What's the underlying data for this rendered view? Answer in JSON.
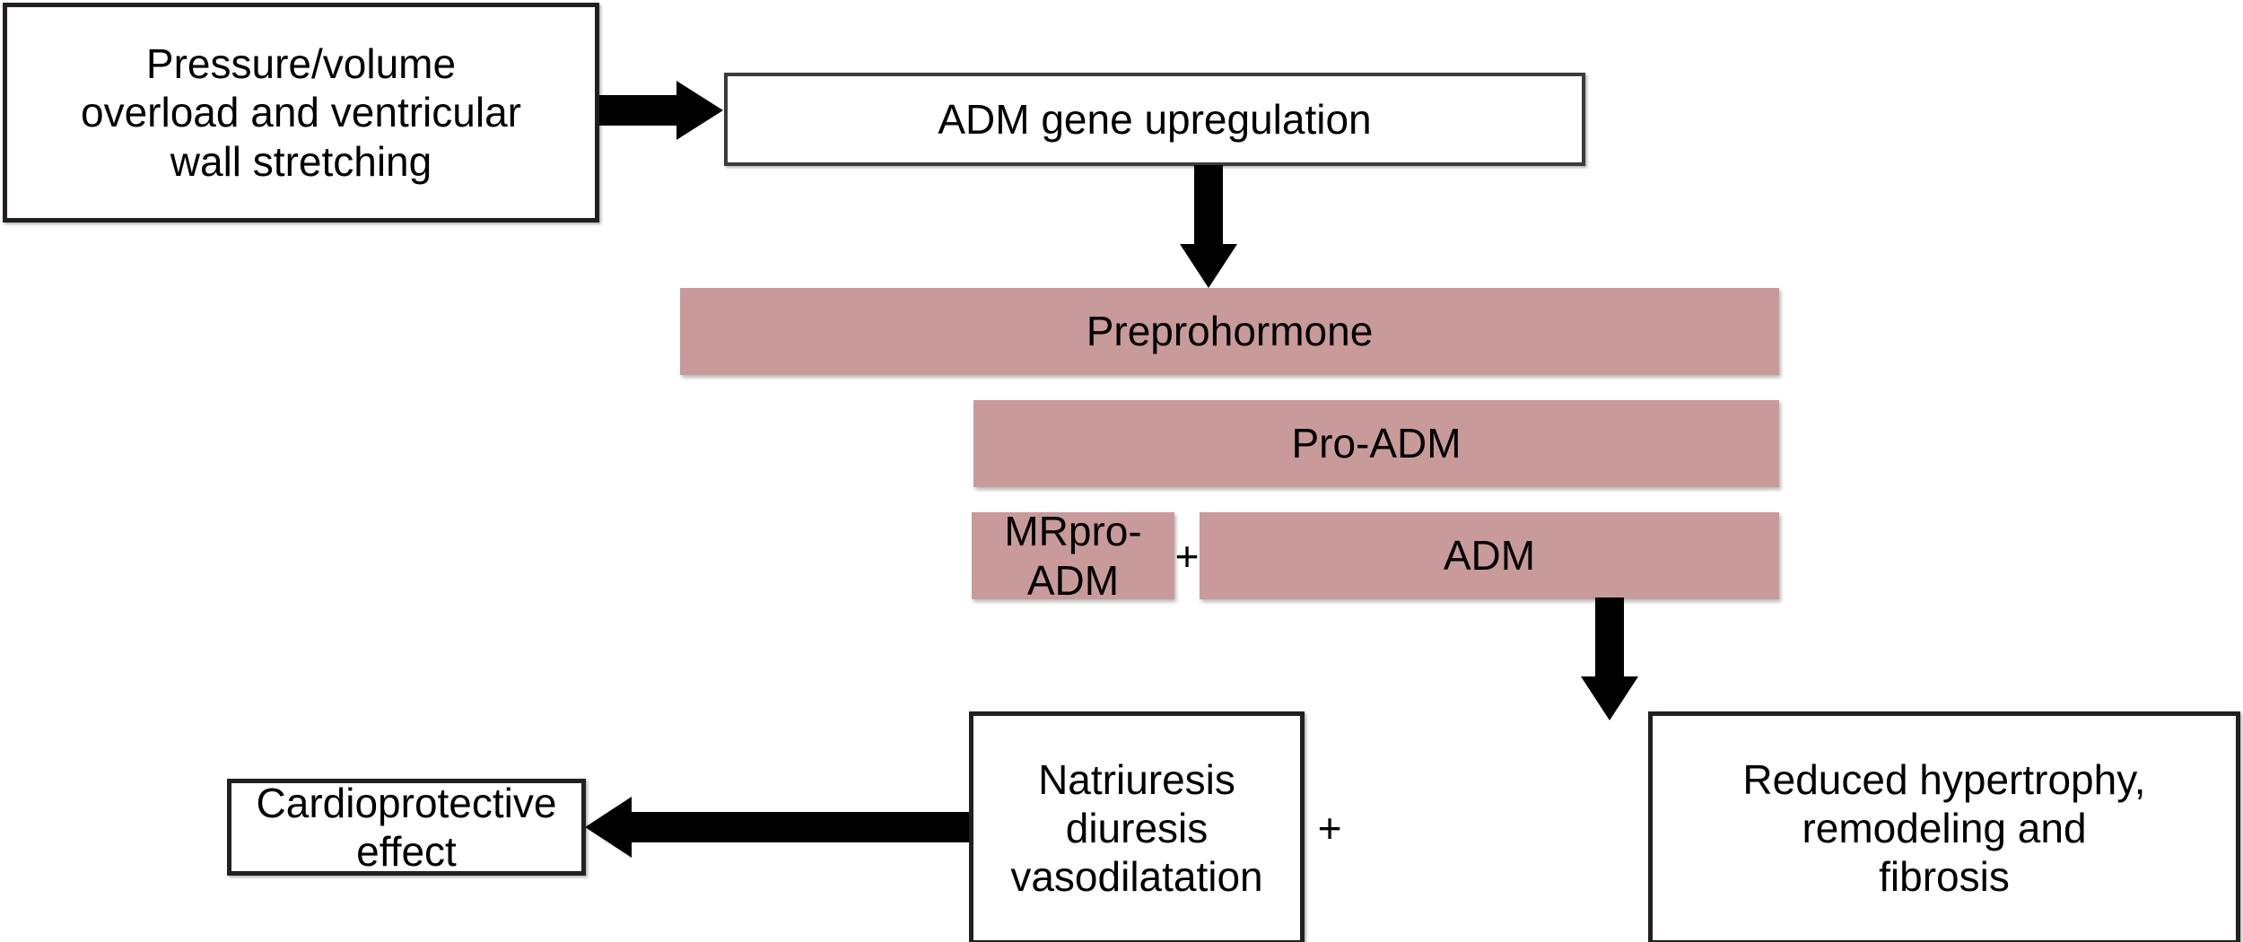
{
  "figure": {
    "type": "flowchart",
    "title": "Adrenomedullin (ADM) pathway in cardiac pressure/volume overload",
    "colors": {
      "bar_fill": "#c99a9a",
      "box_border": "#231f20",
      "box_fill": "#ffffff",
      "arrow": "#000000",
      "text": "#000000",
      "background": "#ffffff"
    }
  },
  "nodes": {
    "stimulus": {
      "label": "Pressure/volume\noverload and ventricular\nwall stretching",
      "shape": "rect-outline"
    },
    "gene": {
      "label": "ADM gene upregulation",
      "shape": "rect-outline"
    },
    "preprohormone": {
      "label": "Preprohormone",
      "shape": "bar"
    },
    "pro_adm": {
      "label": "Pro-ADM",
      "shape": "bar"
    },
    "mrpro_adm": {
      "label": "MRpro-ADM",
      "shape": "bar"
    },
    "adm": {
      "label": "ADM",
      "shape": "bar"
    },
    "natriuresis": {
      "label": "Natriuresis\ndiuresis\nvasodilatation",
      "shape": "rect-outline"
    },
    "reduced": {
      "label": "Reduced hypertrophy,\nremodeling and\nfibrosis",
      "shape": "rect-outline"
    },
    "cardioprotective": {
      "label": "Cardioprotective effect",
      "shape": "rect-outline"
    }
  },
  "operators": {
    "split_plus": "+",
    "effect_plus": "+"
  },
  "edges": [
    {
      "from": "stimulus",
      "to": "gene",
      "direction": "right"
    },
    {
      "from": "gene",
      "to": "preprohormone",
      "direction": "down"
    },
    {
      "from": "adm",
      "to": "natriuresis",
      "direction": "down"
    },
    {
      "from": "natriuresis",
      "to": "cardioprotective",
      "direction": "left"
    }
  ]
}
